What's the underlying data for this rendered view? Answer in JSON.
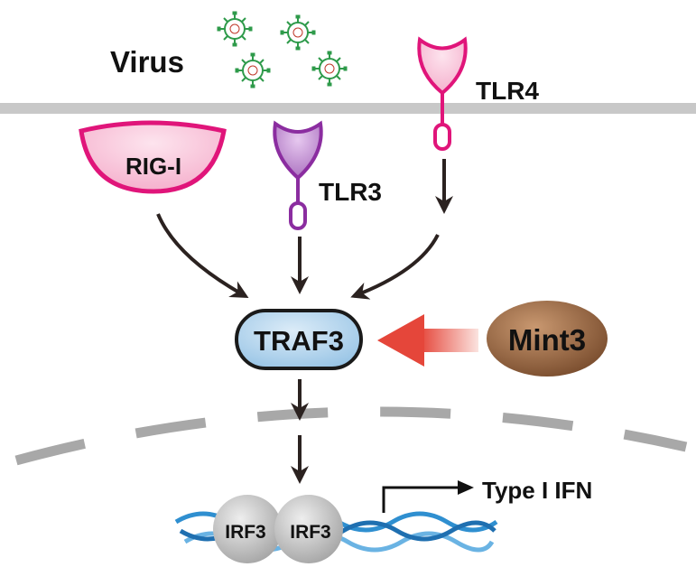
{
  "labels": {
    "virus": "Virus",
    "tlr4": "TLR4",
    "rig_i": "RIG-I",
    "tlr3": "TLR3",
    "traf3": "TRAF3",
    "mint3": "Mint3",
    "type_i_ifn": "Type I IFN",
    "irf3_left": "IRF3",
    "irf3_right": "IRF3"
  },
  "colors": {
    "membrane": "#c8c8c8",
    "nuclear_membrane": "#a8a8a8",
    "arrow": "#2b2220",
    "rig_i_fill": "#f7c3d8",
    "rig_i_stroke": "#e0157a",
    "tlr3_fill": "#c79ad6",
    "tlr3_stroke": "#8b2da0",
    "tlr4_fill": "#f7c3d8",
    "tlr4_stroke": "#e0157a",
    "traf3_fill": "#b8d7ef",
    "traf3_stroke": "#1a1a1a",
    "mint3_fill": "#8a5a3a",
    "inhibit_arrow": "#e85a4a",
    "virus": "#2e9a4a",
    "dna": "#2f8fd0",
    "irf3_fill": "#c8c8c8"
  }
}
